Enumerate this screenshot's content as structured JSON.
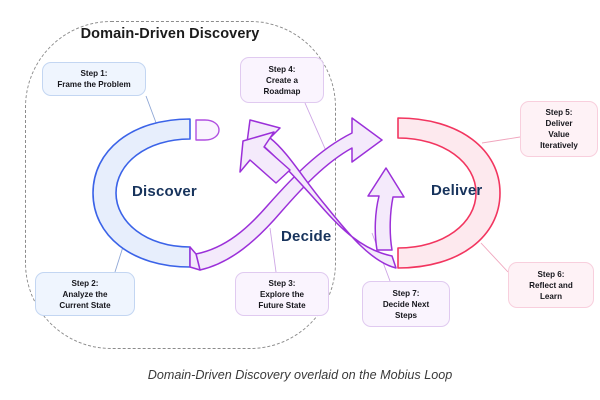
{
  "diagram": {
    "title": "Domain-Driven Discovery",
    "caption": "Domain-Driven Discovery overlaid on the Mobius Loop",
    "loop_labels": {
      "discover": "Discover",
      "deliver": "Deliver",
      "decide": "Decide"
    },
    "colors": {
      "discover_stroke": "#3b63e8",
      "discover_fill": "#e7eefc",
      "deliver_stroke": "#f2355f",
      "deliver_fill": "#fde9ee",
      "decide_stroke": "#9b30d9",
      "decide_fill": "#f4eafb",
      "dashed_border": "#8c8c8c",
      "label_text": "#17335c",
      "title_text": "#1b1b1b",
      "caption_text": "#3a3a3a"
    },
    "steps": [
      {
        "id": "step1",
        "label": "Step 1:\nFrame the Problem",
        "theme": "blue"
      },
      {
        "id": "step2",
        "label": "Step 2:\nAnalyze the\nCurrent State",
        "theme": "blue"
      },
      {
        "id": "step3",
        "label": "Step 3:\nExplore the\nFuture State",
        "theme": "purple"
      },
      {
        "id": "step4",
        "label": "Step 4:\nCreate a\nRoadmap",
        "theme": "purple"
      },
      {
        "id": "step5",
        "label": "Step 5:\nDeliver\nValue\nIteratively",
        "theme": "pink"
      },
      {
        "id": "step6",
        "label": "Step 6:\nReflect and\nLearn",
        "theme": "pink"
      },
      {
        "id": "step7",
        "label": "Step 7:\nDecide Next\nSteps",
        "theme": "purple"
      }
    ]
  }
}
